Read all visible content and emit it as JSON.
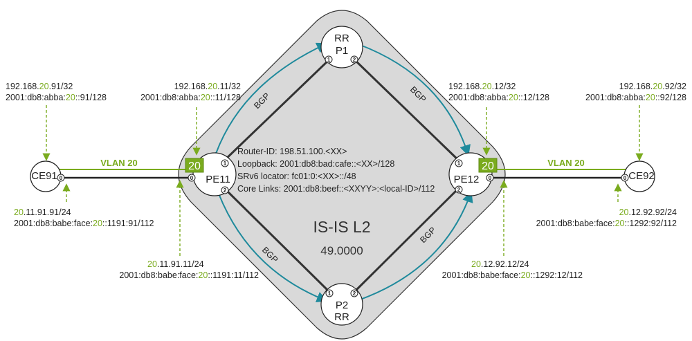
{
  "colors": {
    "accent_green": "#7aab1e",
    "bgp_teal": "#1f8a9c",
    "area_fill": "#d9d9d9",
    "link": "#333333"
  },
  "area": {
    "protocol": "IS-IS L2",
    "area_id": "49.0000"
  },
  "info": {
    "router_id": "Router-ID: 198.51.100.<XX>",
    "loopback": "Loopback: 2001:db8:bad:cafe::<XX>/128",
    "srv6": "SRv6 locator: fc01:0:<XX>::/48",
    "core_links": "Core Links: 2001:db8:beef::<XXYY>:<local-ID>/112"
  },
  "nodes": {
    "p1": {
      "role": "RR",
      "name": "P1",
      "ports": [
        "1",
        "2"
      ]
    },
    "p2": {
      "role": "RR",
      "name": "P2",
      "ports": [
        "1",
        "2"
      ]
    },
    "pe11": {
      "name": "PE11",
      "vlan_badge": "20",
      "ports": [
        "0",
        "1",
        "2"
      ]
    },
    "pe12": {
      "name": "PE12",
      "vlan_badge": "20",
      "ports": [
        "0",
        "1",
        "2"
      ]
    },
    "ce91": {
      "name": "CE91",
      "ports": [
        "0"
      ]
    },
    "ce92": {
      "name": "CE92",
      "ports": [
        "0"
      ]
    }
  },
  "links": {
    "bgp": "BGP",
    "vlan_left": "VLAN 20",
    "vlan_right": "VLAN 20"
  },
  "labels": {
    "ce91_v4": [
      "192.168.",
      "20",
      ".91/32"
    ],
    "ce91_v6": [
      "2001:db8:abba:",
      "20",
      "::91/128"
    ],
    "pe11_v4": [
      "192.168.",
      "20",
      ".11/32"
    ],
    "pe11_v6": [
      "2001:db8:abba:",
      "20",
      "::11/128"
    ],
    "pe12_v4": [
      "192.168.",
      "20",
      ".12/32"
    ],
    "pe12_v6": [
      "2001:db8:abba:",
      "20",
      "::12/128"
    ],
    "ce92_v4": [
      "192.168.",
      "20",
      ".92/32"
    ],
    "ce92_v6": [
      "2001:db8:abba:",
      "20",
      "::92/128"
    ],
    "ce91_if_v4": [
      "20",
      ".11.91.91/24"
    ],
    "ce91_if_v6": [
      "2001:db8:babe:face:",
      "20",
      "::1191:91/112"
    ],
    "pe11_if_v4": [
      "20",
      ".11.91.11/24"
    ],
    "pe11_if_v6": [
      "2001:db8:babe:face:",
      "20",
      "::1191:11/112"
    ],
    "pe12_if_v4": [
      "20",
      ".12.92.12/24"
    ],
    "pe12_if_v6": [
      "2001:db8:babe:face:",
      "20",
      "::1292:12/112"
    ],
    "ce92_if_v4": [
      "20",
      ".12.92.92/24"
    ],
    "ce92_if_v6": [
      "2001:db8:babe:face:",
      "20",
      "::1292:92/112"
    ]
  }
}
